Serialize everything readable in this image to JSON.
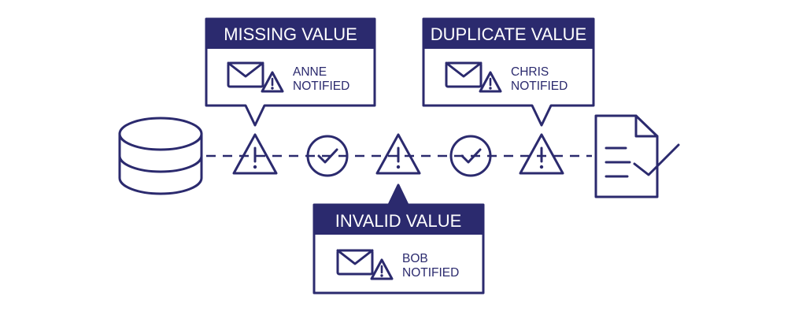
{
  "colors": {
    "primary": "#2b2a6e",
    "background": "#ffffff"
  },
  "source": {
    "icon": "database-icon"
  },
  "target": {
    "icon": "document-check-icon"
  },
  "pipeline": [
    {
      "icon": "warning-triangle-icon",
      "status": "warning"
    },
    {
      "icon": "check-circle-icon",
      "status": "ok"
    },
    {
      "icon": "warning-triangle-icon",
      "status": "warning"
    },
    {
      "icon": "check-circle-icon",
      "status": "ok"
    },
    {
      "icon": "warning-triangle-icon",
      "status": "warning"
    }
  ],
  "callouts": {
    "missing": {
      "title": "MISSING VALUE",
      "line1": "ANNE",
      "line2": "NOTIFIED",
      "icon": "mail-warning-icon"
    },
    "duplicate": {
      "title": "DUPLICATE VALUE",
      "line1": "CHRIS",
      "line2": "NOTIFIED",
      "icon": "mail-warning-icon"
    },
    "invalid": {
      "title": "INVALID VALUE",
      "line1": "BOB",
      "line2": "NOTIFIED",
      "icon": "mail-warning-icon"
    }
  }
}
